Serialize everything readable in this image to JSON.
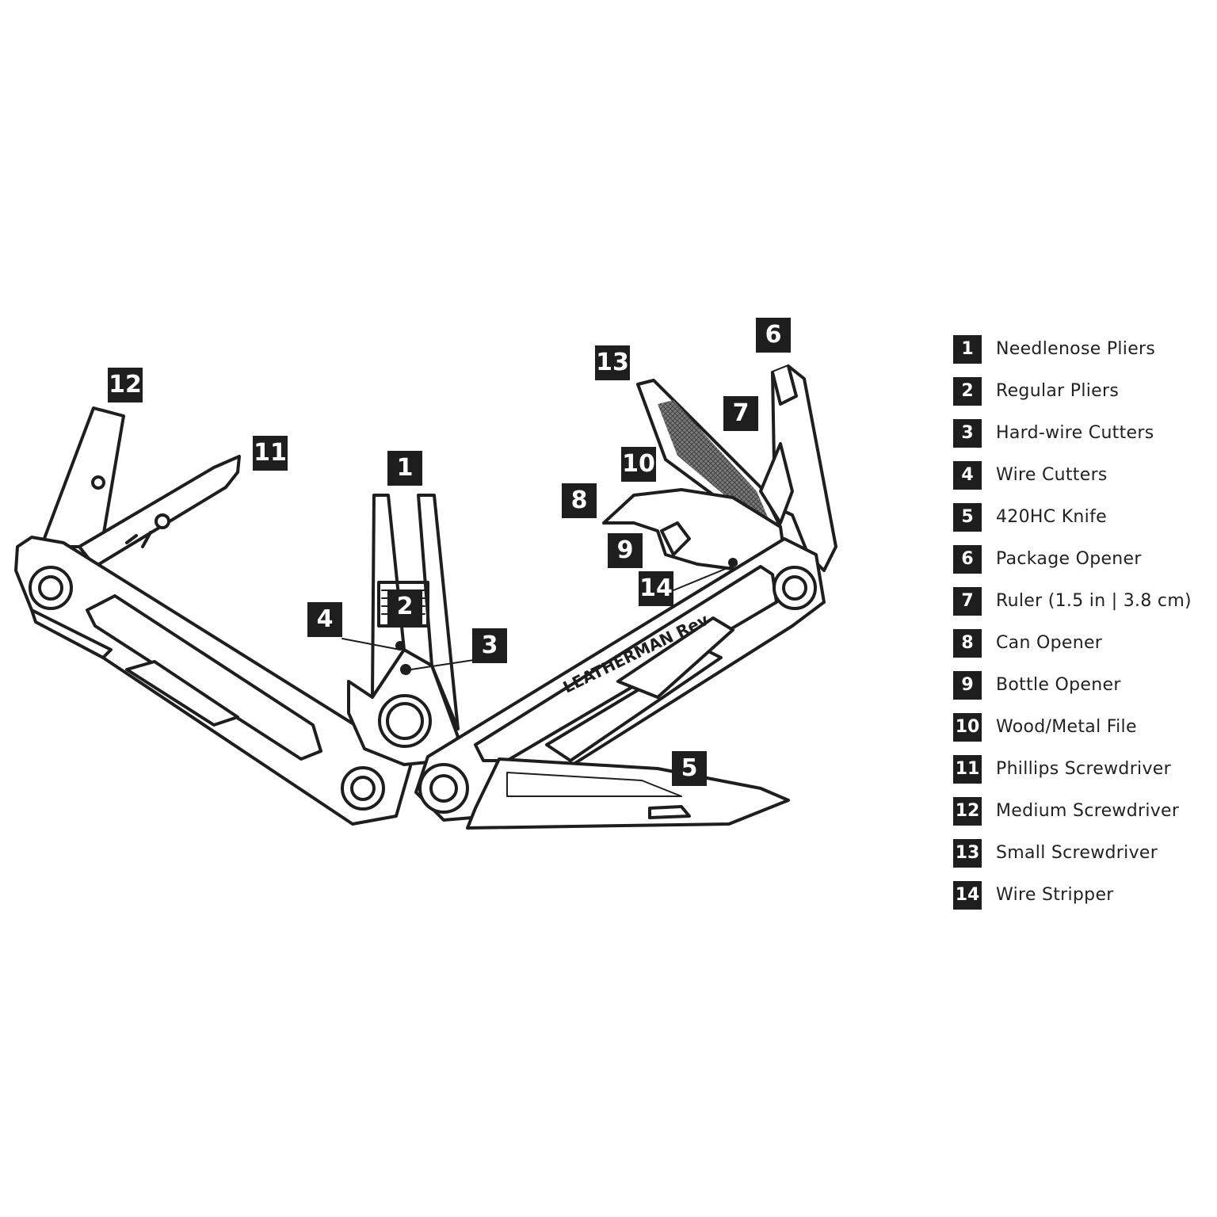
{
  "brand_logo": "LEATHERMAN Rev",
  "callouts": [
    "1",
    "2",
    "3",
    "4",
    "5",
    "6",
    "7",
    "8",
    "9",
    "10",
    "11",
    "12",
    "13",
    "14"
  ],
  "legend": [
    {
      "num": "1",
      "label": "Needlenose Pliers"
    },
    {
      "num": "2",
      "label": "Regular Pliers"
    },
    {
      "num": "3",
      "label": "Hard-wire Cutters"
    },
    {
      "num": "4",
      "label": "Wire Cutters"
    },
    {
      "num": "5",
      "label": "420HC Knife"
    },
    {
      "num": "6",
      "label": "Package Opener"
    },
    {
      "num": "7",
      "label": "Ruler (1.5 in | 3.8 cm)"
    },
    {
      "num": "8",
      "label": "Can Opener"
    },
    {
      "num": "9",
      "label": "Bottle Opener"
    },
    {
      "num": "10",
      "label": "Wood/Metal File"
    },
    {
      "num": "11",
      "label": "Phillips Screwdriver"
    },
    {
      "num": "12",
      "label": "Medium Screwdriver"
    },
    {
      "num": "13",
      "label": "Small Screwdriver"
    },
    {
      "num": "14",
      "label": "Wire Stripper"
    }
  ]
}
